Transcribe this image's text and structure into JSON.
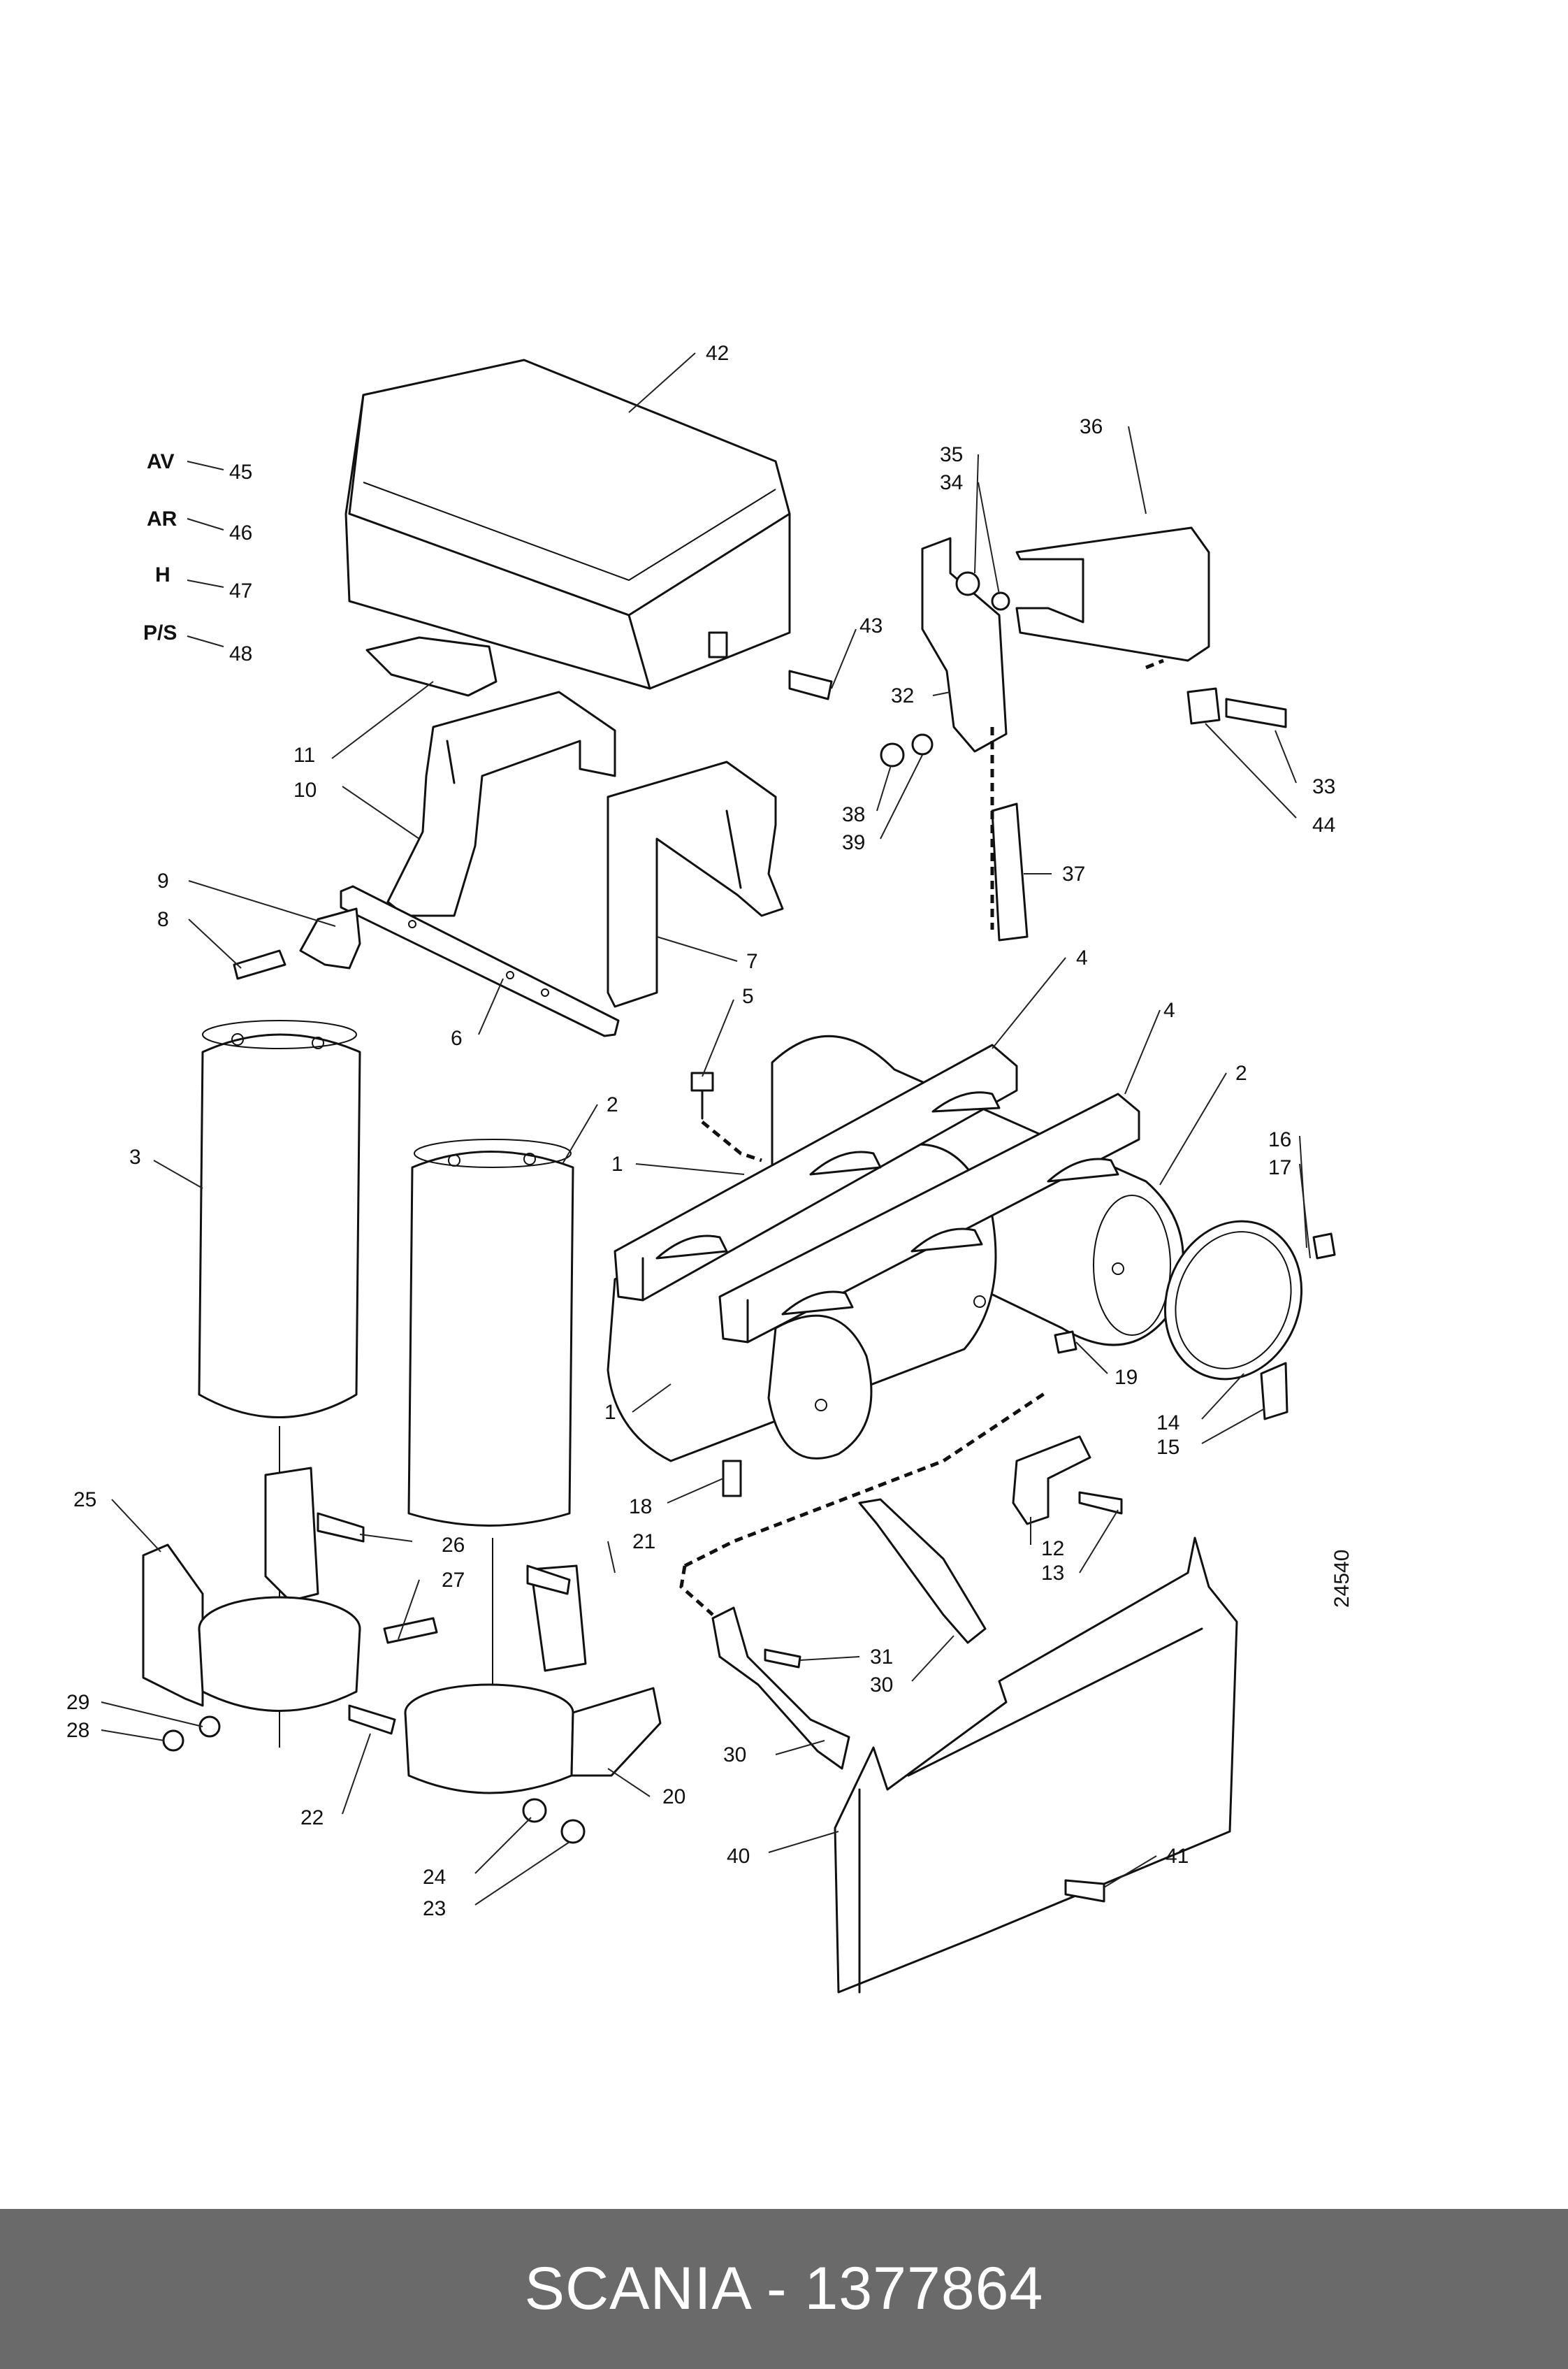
{
  "footer": {
    "title": "SCANIA - 1377864"
  },
  "drawing_number": "24540",
  "codes": [
    {
      "code": "AV",
      "ref": "45"
    },
    {
      "code": "AR",
      "ref": "46"
    },
    {
      "code": "H",
      "ref": "47"
    },
    {
      "code": "P/S",
      "ref": "48"
    }
  ],
  "callouts": [
    "1",
    "1",
    "2",
    "2",
    "3",
    "4",
    "4",
    "5",
    "6",
    "7",
    "8",
    "9",
    "10",
    "11",
    "12",
    "13",
    "14",
    "15",
    "16",
    "17",
    "18",
    "19",
    "20",
    "21",
    "22",
    "23",
    "24",
    "25",
    "26",
    "27",
    "28",
    "29",
    "30",
    "30",
    "31",
    "32",
    "33",
    "34",
    "35",
    "36",
    "37",
    "38",
    "39",
    "40",
    "41",
    "42",
    "43",
    "44"
  ]
}
